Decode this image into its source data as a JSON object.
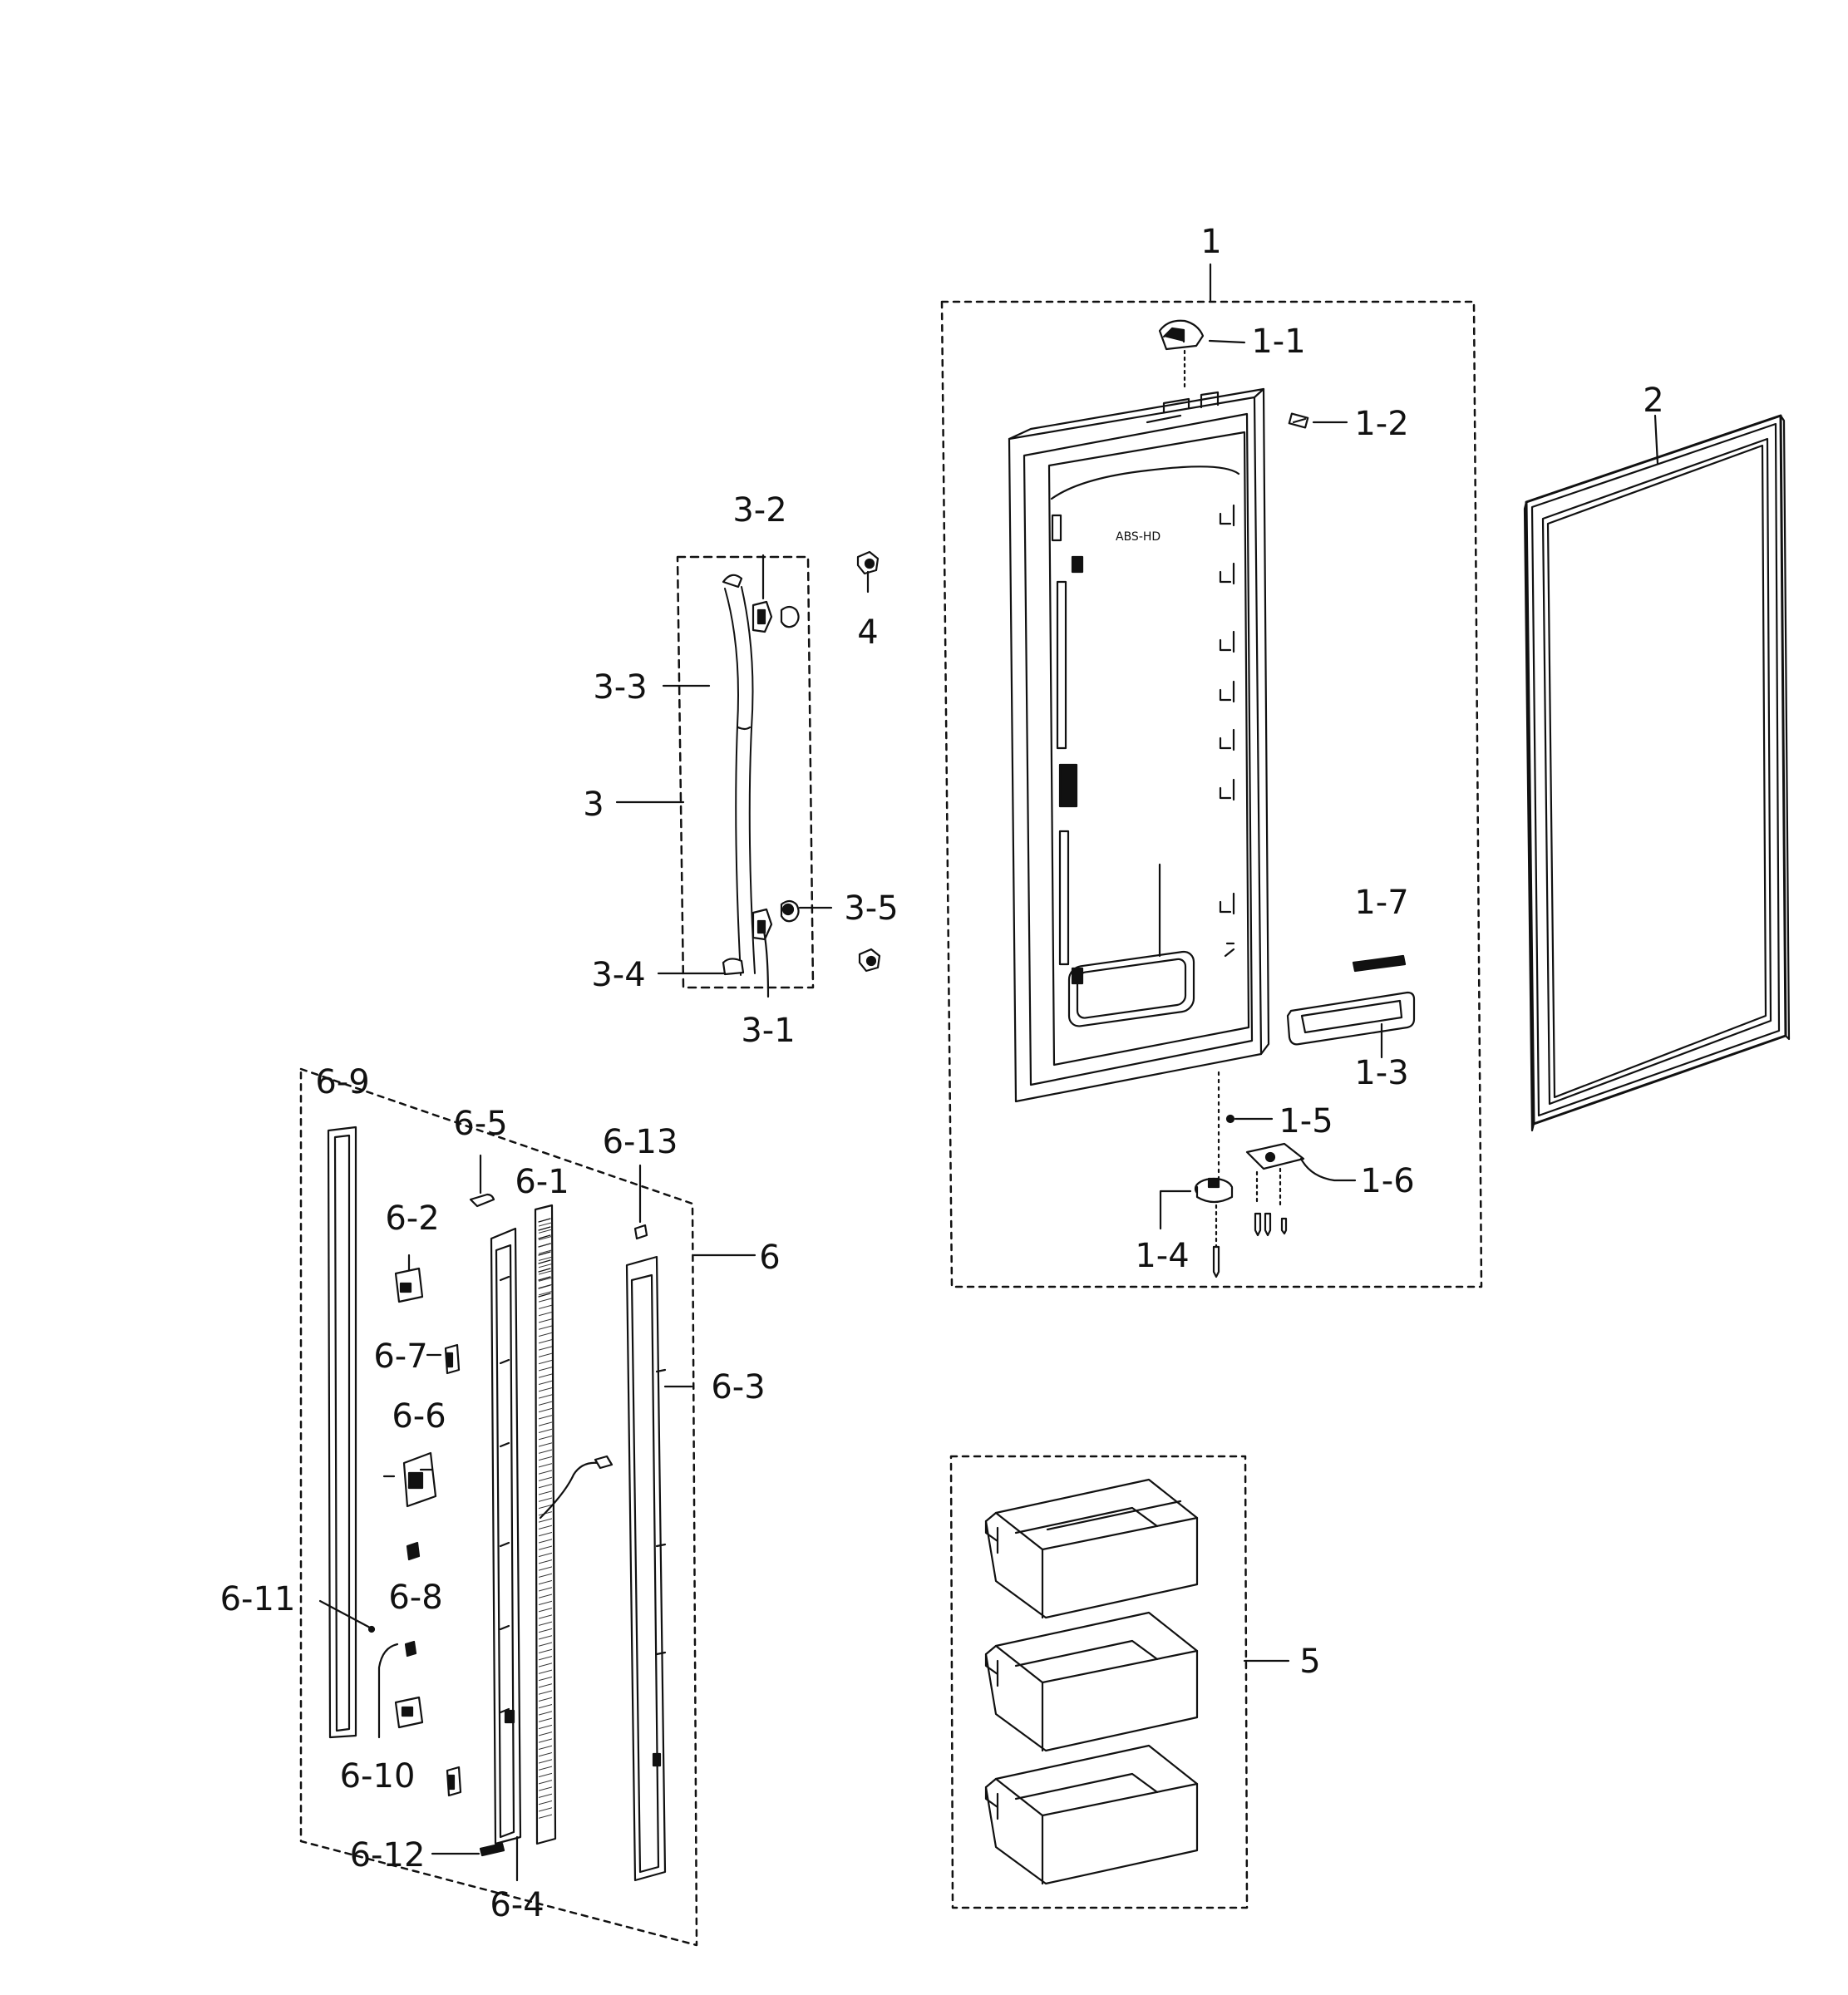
{
  "diagram": {
    "groups": [
      {
        "id": "1",
        "label": "1"
      },
      {
        "id": "3",
        "label": "3"
      },
      {
        "id": "5",
        "label": "5"
      },
      {
        "id": "6",
        "label": "6"
      }
    ],
    "callouts": {
      "p1": "1",
      "p1_1": "1-1",
      "p1_2": "1-2",
      "p1_3": "1-3",
      "p1_4": "1-4",
      "p1_5": "1-5",
      "p1_6": "1-6",
      "p1_7": "1-7",
      "p2": "2",
      "p3": "3",
      "p3_1": "3-1",
      "p3_2": "3-2",
      "p3_3": "3-3",
      "p3_4": "3-4",
      "p3_5": "3-5",
      "p4": "4",
      "p5": "5",
      "p6": "6",
      "p6_1": "6-1",
      "p6_2": "6-2",
      "p6_3": "6-3",
      "p6_4": "6-4",
      "p6_5": "6-5",
      "p6_6": "6-6",
      "p6_7": "6-7",
      "p6_8": "6-8",
      "p6_9": "6-9",
      "p6_10": "6-10",
      "p6_11": "6-11",
      "p6_12": "6-12",
      "p6_13": "6-13"
    },
    "line_color": "#111111",
    "background": "#ffffff"
  }
}
